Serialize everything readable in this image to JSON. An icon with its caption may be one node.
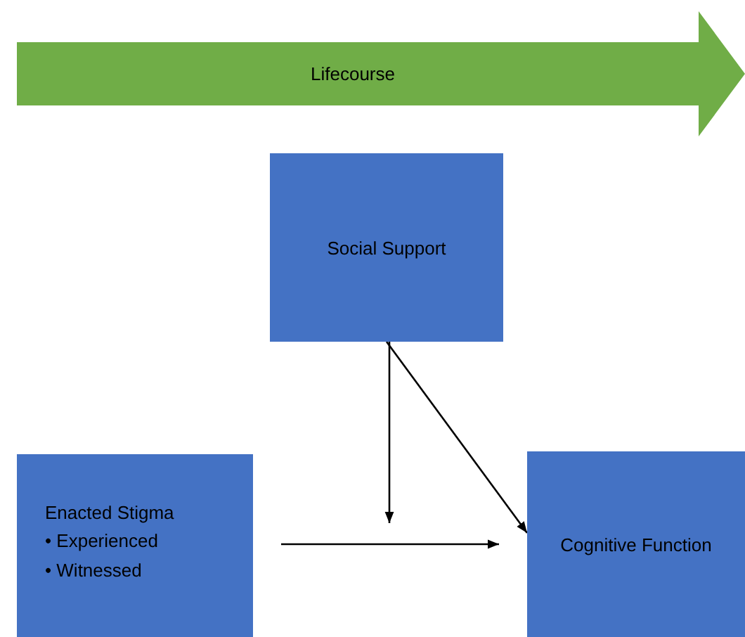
{
  "diagram": {
    "nodes": [
      {
        "text": [
          "Lifecourse"
        ]
      },
      {
        "text": [
          "Social Support"
        ]
      },
      {
        "text": [
          "Enacted Stigma",
          "• Experienced",
          "• Witnessed"
        ]
      },
      {
        "text": [
          "Cognitive Function"
        ]
      }
    ],
    "edges": [
      {
        "from": 1,
        "to": null,
        "arrow": "to"
      },
      {
        "from": 1,
        "to": 3,
        "arrow": "to"
      },
      {
        "from": 2,
        "to": 3,
        "arrow": "to"
      }
    ]
  }
}
